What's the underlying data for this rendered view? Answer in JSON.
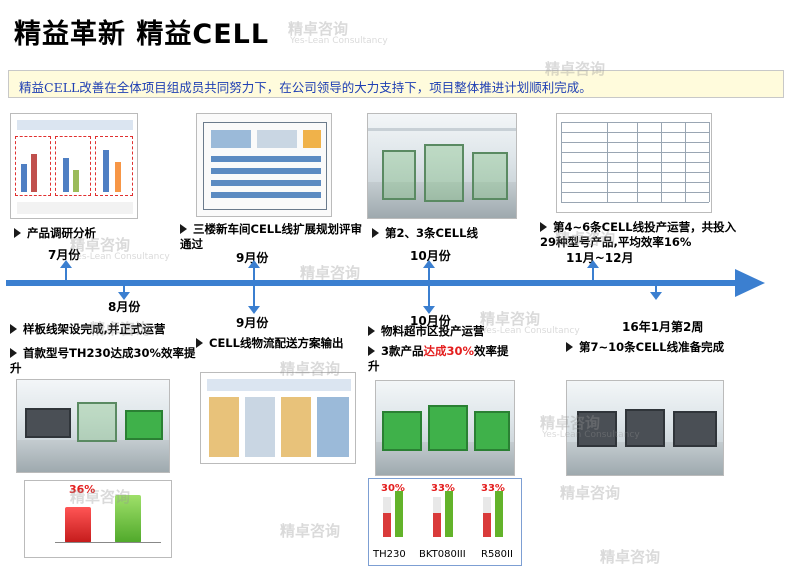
{
  "title": "精益革新 精益CELL",
  "banner": {
    "text": "精益CELL改善在全体项目组成员共同努力下，在公司领导的大力支持下，项目整体推进计划顺利完成。",
    "color": "#1f3fb3",
    "background": "#fffbdc"
  },
  "timeline": {
    "color": "#3b7fd0",
    "top_events": [
      {
        "date": "7月份",
        "label": "产品调研分析"
      },
      {
        "date": "9月份",
        "label": "三楼新车间CELL线扩展规划评审通过"
      },
      {
        "date": "10月份",
        "label": "第2、3条CELL线"
      },
      {
        "date": "11月~12月",
        "label": "第4~6条CELL线投产运营，共投入29种型号产品,平均效率16%"
      }
    ],
    "bottom_events": [
      {
        "date": "8月份",
        "labels": [
          "样板线架设完成,并正式运营",
          "首款型号TH230达成30%效率提升"
        ]
      },
      {
        "date": "9月份",
        "labels": [
          "CELL线物流配送方案输出"
        ]
      },
      {
        "date": "10月份",
        "label_prefix": "物料超市区投产运营",
        "label_2_before": "3款产品",
        "label_2_highlight": "达成30%",
        "label_2_after": "效率提升"
      },
      {
        "date": "16年1月第2周",
        "labels": [
          "第7~10条CELL线准备完成"
        ]
      }
    ]
  },
  "chart_8": {
    "value_label": "36%"
  },
  "chart_10": {
    "products": [
      "TH230",
      "BKT080III",
      "R580II"
    ],
    "values": [
      "30%",
      "33%",
      "33%"
    ]
  },
  "watermark": {
    "text": "精卓咨询",
    "sub": "Yes-Lean Consultancy"
  }
}
